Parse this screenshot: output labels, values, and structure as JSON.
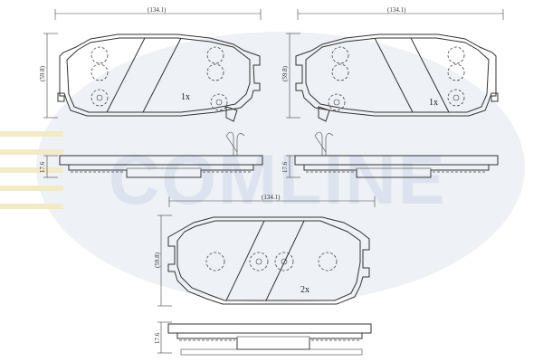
{
  "watermark": {
    "text": "COMLINE",
    "ellipse_color": "#eef1f6",
    "text_color": "#dde3ee",
    "stripe_color": "#f3ebc6"
  },
  "pads": [
    {
      "id": "top-left",
      "width_label": "(134.1)",
      "height_label": "(59.8)",
      "thickness_label": "17.6",
      "qty": "1x"
    },
    {
      "id": "top-right",
      "width_label": "(134.1)",
      "height_label": "(59.8)",
      "thickness_label": "17.6",
      "qty": "1x"
    },
    {
      "id": "bottom",
      "width_label": "(134.1)",
      "height_label": "(59.8)",
      "thickness_label": "17.6",
      "qty": "2x"
    }
  ]
}
